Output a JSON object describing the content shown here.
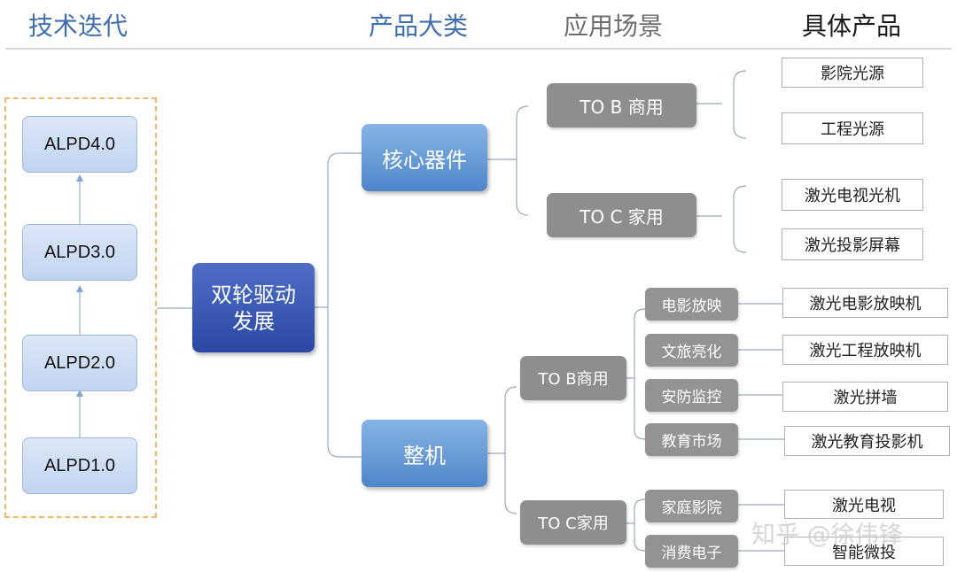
{
  "headers": {
    "tech": "技术迭代",
    "category": "产品大类",
    "scenario": "应用场景",
    "product": "具体产品"
  },
  "tech_iterations": [
    "ALPD4.0",
    "ALPD3.0",
    "ALPD2.0",
    "ALPD1.0"
  ],
  "center": {
    "line1": "双轮驱动",
    "line2": "发展"
  },
  "categories": {
    "core": "核心器件",
    "machine": "整机"
  },
  "core_scenarios": {
    "b": "TO B 商用",
    "c": "TO C 家用"
  },
  "machine_scenarios": {
    "b": "TO  B商用",
    "c": "TO  C家用"
  },
  "sub_scenarios": {
    "b": [
      "电影放映",
      "文旅亮化",
      "安防监控",
      "教育市场"
    ],
    "c": [
      "家庭影院",
      "消费电子"
    ]
  },
  "products": {
    "core_b": [
      "影院光源",
      "工程光源"
    ],
    "core_c": [
      "激光电视光机",
      "激光投影屏幕"
    ],
    "machine_b": [
      "激光电影放映机",
      "激光工程放映机",
      "激光拼墙",
      "激光教育投影机"
    ],
    "machine_c": [
      "激光电视",
      "智能微投"
    ]
  },
  "watermark": "知乎 @徐伟锋"
}
